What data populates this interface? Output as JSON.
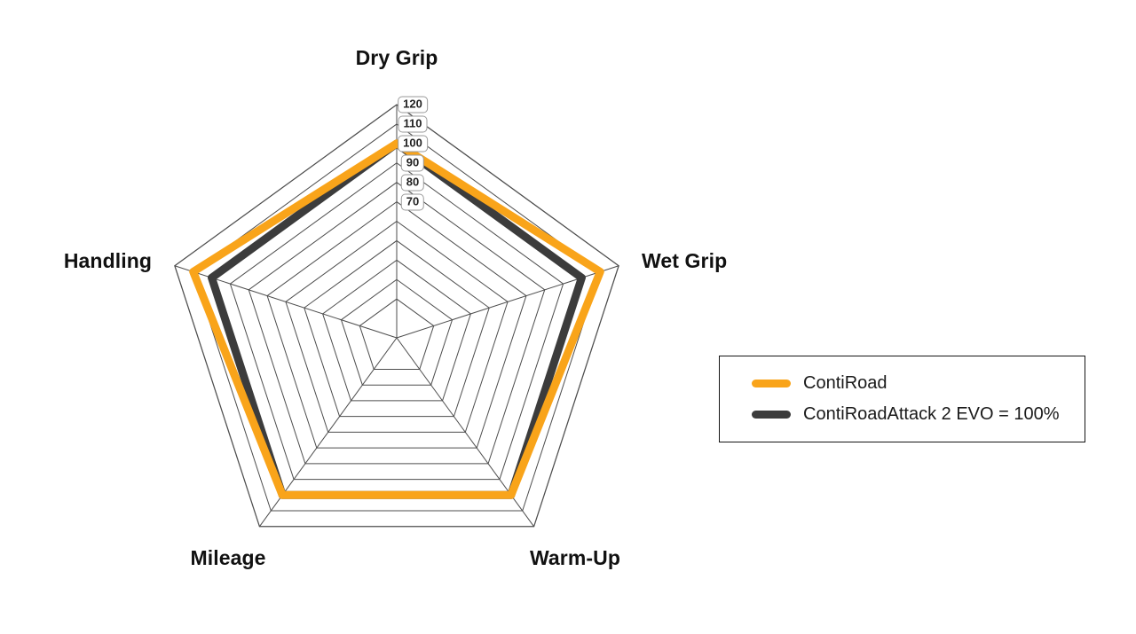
{
  "chart_data": {
    "type": "radar",
    "title": "",
    "categories": [
      "Dry Grip",
      "Wet Grip",
      "Warm-Up",
      "Mileage",
      "Handling"
    ],
    "series": [
      {
        "name": "ContiRoad",
        "color": "#F9A41A",
        "values": [
          100,
          110,
          100,
          100,
          110
        ]
      },
      {
        "name": "ContiRoadAttack 2 EVO = 100%",
        "color": "#3C3C3C",
        "values": [
          100,
          100,
          100,
          100,
          100
        ]
      }
    ],
    "ticks": [
      70,
      80,
      90,
      100,
      110,
      120
    ],
    "tick_labels": [
      "70",
      "80",
      "90",
      "100",
      "110",
      "120"
    ],
    "rlim": [
      0,
      120
    ],
    "grid": true,
    "legend_position": "right",
    "xlabel": "",
    "ylabel": ""
  },
  "axes": {
    "dry_grip": "Dry Grip",
    "wet_grip": "Wet Grip",
    "warm_up": "Warm-Up",
    "mileage": "Mileage",
    "handling": "Handling"
  },
  "ticks": [
    {
      "label": "120"
    },
    {
      "label": "110"
    },
    {
      "label": "100"
    },
    {
      "label": "90"
    },
    {
      "label": "80"
    },
    {
      "label": "70"
    }
  ],
  "legend": {
    "items": [
      {
        "label": "ContiRoad",
        "color": "#F9A41A"
      },
      {
        "label": "ContiRoadAttack 2 EVO = 100%",
        "color": "#3C3C3C"
      }
    ]
  },
  "colors": {
    "series_primary": "#F9A41A",
    "series_reference": "#3C3C3C",
    "grid": "#4d4d4d",
    "background": "#FFFFFF",
    "text": "#111111"
  }
}
